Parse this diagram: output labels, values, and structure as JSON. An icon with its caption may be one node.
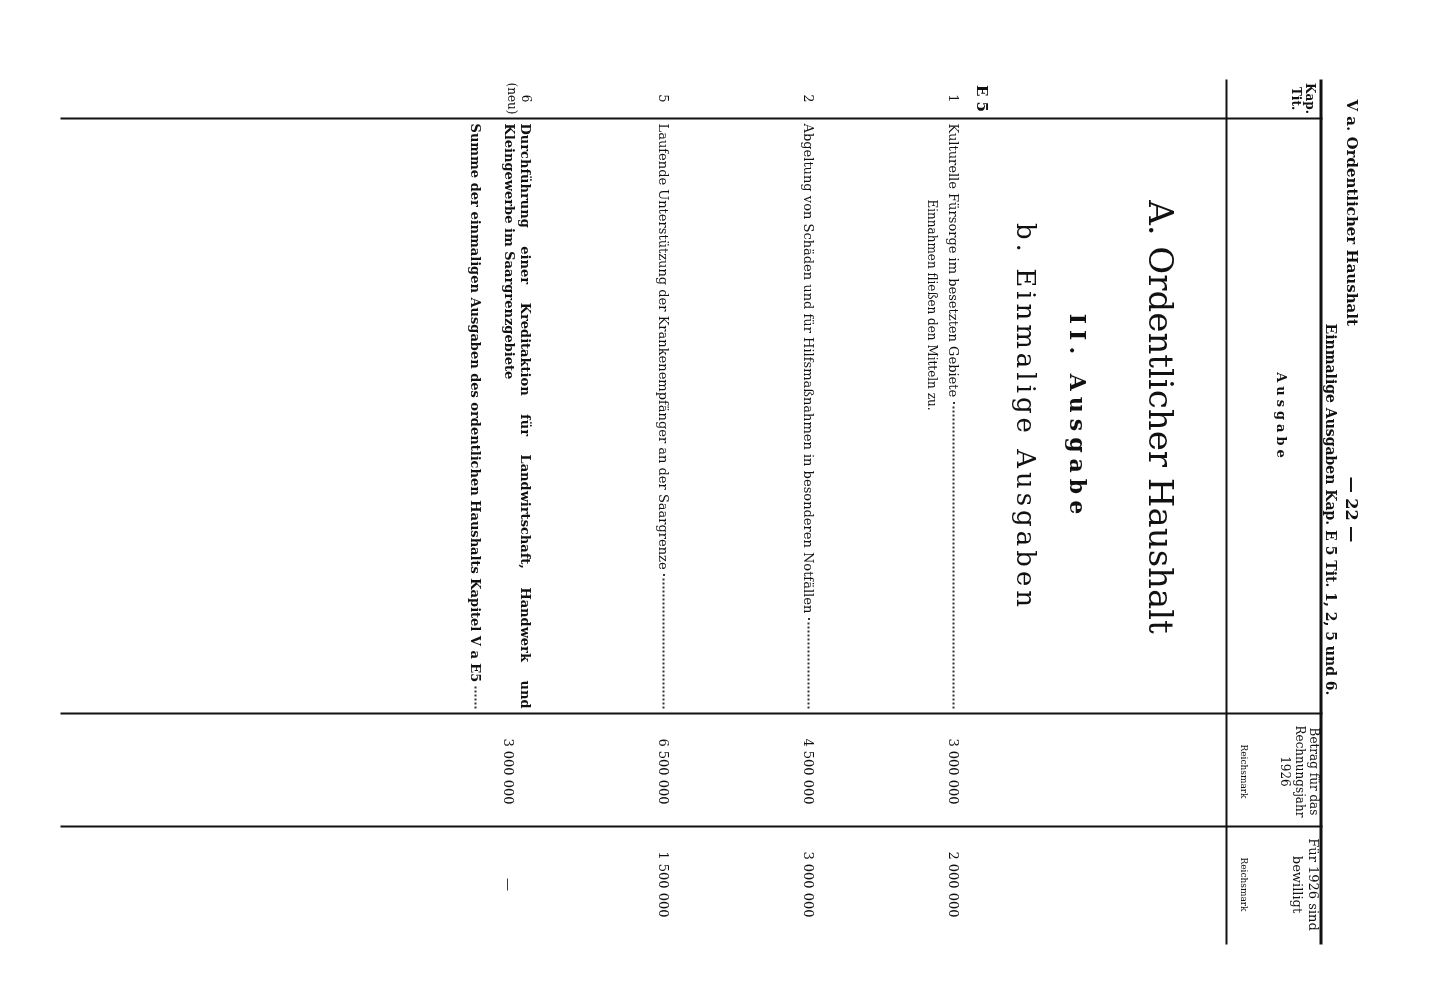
{
  "diagram": {
    "labels": [
      "V a. Ordentlicher Haushalt",
      "— 22 —",
      "Einmalige Ausgaben Kap. E 5 Tit. 1, 2, 5 und 6.",
      "Kap. Tit.",
      "Ausgabe",
      "Betrag für das Rechnungsjahr 1926",
      "Reichsmark",
      "Für 1926 sind bewilligt",
      "Reichsmark",
      "A. Ordentlicher Haushalt",
      "II. Ausgabe",
      "b. Einmalige Ausgaben",
      "E 5",
      "1",
      "Kulturelle Fürsorge im besetzten Gebiete",
      "Einnahmen fließen den Mitteln zu.",
      "3 000 000",
      "2 000 000",
      "2",
      "Abgeltung von Schäden und für Hilfsmaßnahmen in besonderen Notfällen",
      "4 500 000",
      "3 000 000",
      "5",
      "Laufende Unterstützung der Krankenempfänger an der Saargrenze",
      "6 500 000",
      "1 500 000",
      "6 (neu)",
      "Durchführung einer Kreditaktion für Landwirtschaft, Handwerk und Kleingewerbe im Saargrenzgebiete",
      "3 000 000",
      "—",
      "Summe der einmaligen Ausgaben des ordentlichen Haushalts Kapitel V a E5"
    ]
  }
}
